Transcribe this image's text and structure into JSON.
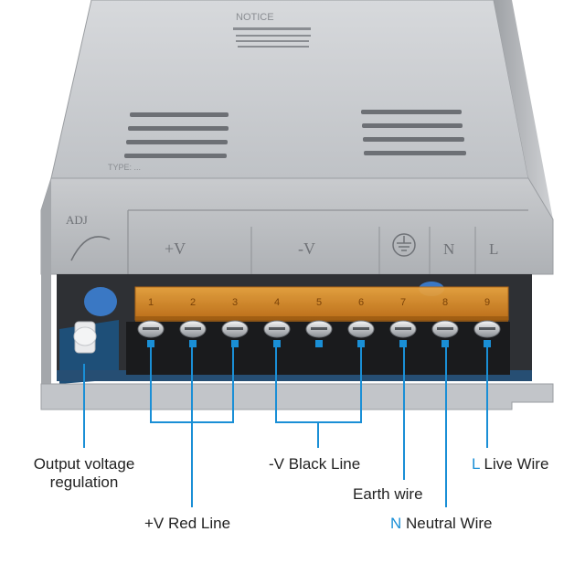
{
  "colors": {
    "accent": "#1a8fd6",
    "housing": "#b9bcc0",
    "terminal_cover": "#e0912a",
    "pcb": "#1e4f78",
    "text": "#222222"
  },
  "device": {
    "top_print_label": "NOTICE",
    "side_label": "TYPE: ...",
    "adj_label": "ADJ",
    "plus_v_label": "+V",
    "minus_v_label": "-V",
    "n_label": "N",
    "l_label": "L",
    "terminal_numbers": [
      "1",
      "2",
      "3",
      "4",
      "5",
      "6",
      "7",
      "8",
      "9"
    ]
  },
  "callouts": {
    "output_voltage_line1": "Output voltage",
    "output_voltage_line2": "regulation",
    "plus_v": "+V Red Line",
    "minus_v": "-V Black Line",
    "earth": "Earth wire",
    "neutral_letter": "N",
    "neutral_text": " Neutral Wire",
    "live_letter": "L",
    "live_text": " Live Wire"
  }
}
